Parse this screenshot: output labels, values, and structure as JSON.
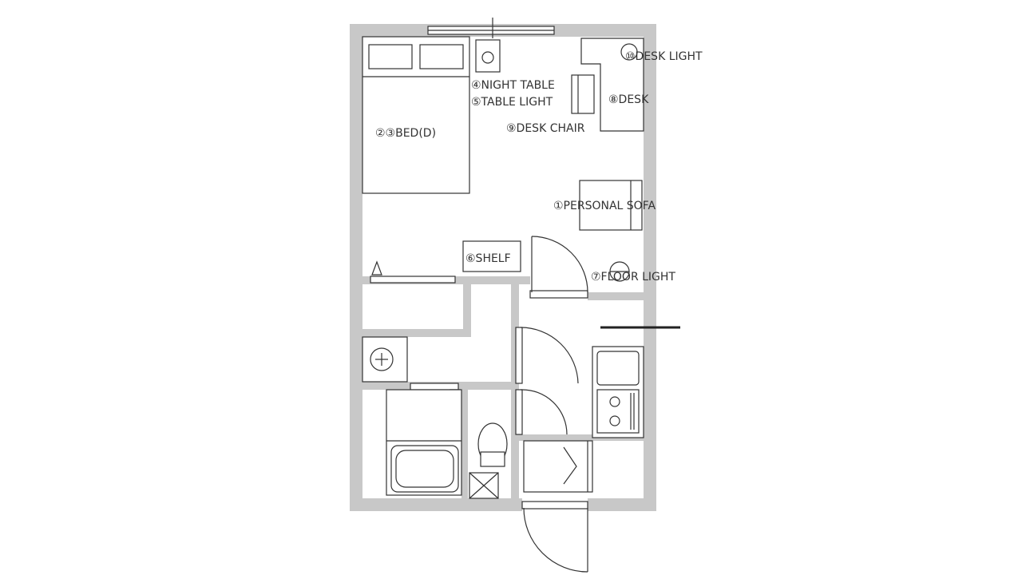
{
  "colors": {
    "wall": "#c8c8c8",
    "line": "#333333",
    "background": "#ffffff"
  },
  "labels": {
    "desk_light": "⑩DESK LIGHT",
    "night_table": "④NIGHT TABLE",
    "table_light": "⑤TABLE LIGHT",
    "desk": "⑧DESK",
    "bed": "②③BED(D)",
    "desk_chair": "⑨DESK CHAIR",
    "personal_sofa": "①PERSONAL SOFA",
    "shelf": "⑥SHELF",
    "floor_light": "⑦FLOOR LIGHT"
  }
}
